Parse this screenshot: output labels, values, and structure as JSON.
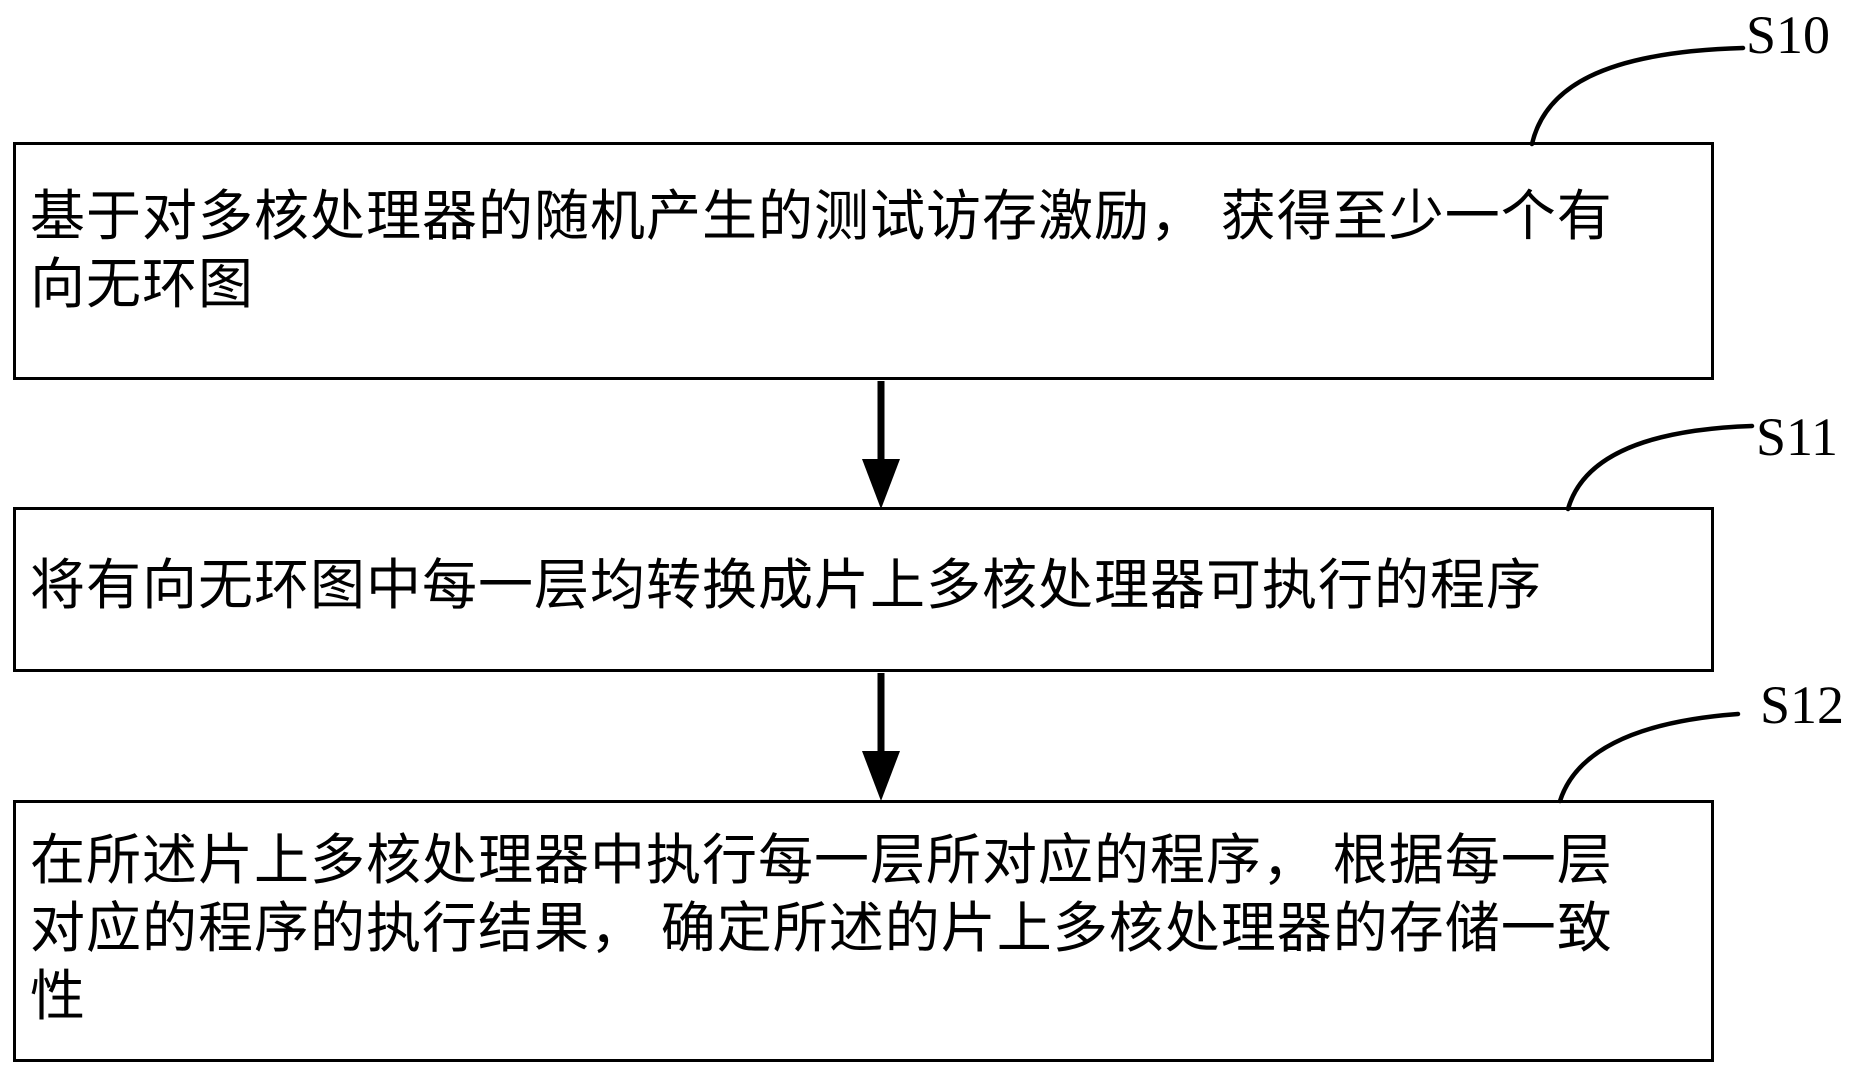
{
  "figure": {
    "type": "flowchart",
    "colors": {
      "line": "#000000",
      "text": "#000000",
      "background": "#ffffff"
    },
    "steps": [
      {
        "label": "S10",
        "lines": [
          "基于对多核处理器的随机产生的测试访存激励， 获得至少一个有",
          "向无环图"
        ]
      },
      {
        "label": "S11",
        "lines": [
          "将有向无环图中每一层均转换成片上多核处理器可执行的程序"
        ]
      },
      {
        "label": "S12",
        "lines": [
          "在所述片上多核处理器中执行每一层所对应的程序， 根据每一层",
          "对应的程序的执行结果， 确定所述的片上多核处理器的存储一致",
          "性"
        ]
      }
    ]
  }
}
